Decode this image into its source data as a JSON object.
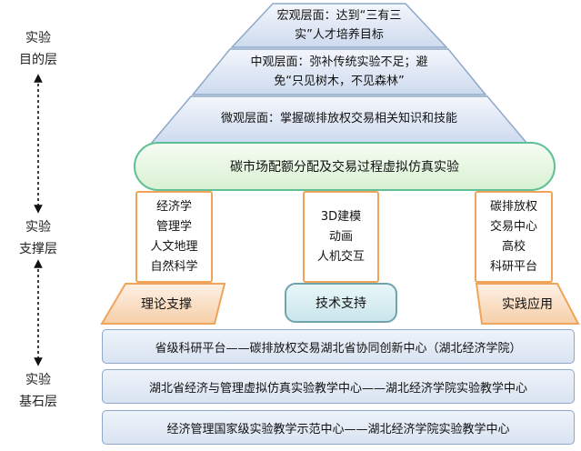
{
  "levels": {
    "goal": [
      "实验",
      "目的层"
    ],
    "support": [
      "实验",
      "支撑层"
    ],
    "foundation": [
      "实验",
      "基石层"
    ]
  },
  "pyramid": {
    "top": [
      "宏观层面：达到“三有三",
      "实”人才培养目标"
    ],
    "middle": [
      "中观层面：弥补传统实验不足；避",
      "免“只见树木，不见森林”"
    ],
    "bottom": "微观层面：掌握碳排放权交易相关知识和技能"
  },
  "core_experiment": "碳市场配额分配及交易过程虚拟仿真实验",
  "pillars": [
    {
      "lines": [
        "经济学",
        "管理学",
        "人文地理",
        "自然科学"
      ],
      "label": "理论支撑"
    },
    {
      "lines": [
        "3D建模",
        "动画",
        "人机交互"
      ],
      "label": "技术支持"
    },
    {
      "lines": [
        "碳排放权",
        "交易中心",
        "高校",
        "科研平台"
      ],
      "label": "实践应用"
    }
  ],
  "foundation_bars": [
    "省级科研平台——碳排放权交易湖北省协同创新中心（湖北经济学院）",
    "湖北省经济与管理虚拟仿真实验教学中心——湖北经济学院实验教学中心",
    "经济管理国家级实验教学示范中心——湖北经济学院实验教学中心"
  ],
  "colors": {
    "pyramid_fill_top": "#f4f7fc",
    "pyramid_fill_bottom": "#cddaee",
    "pyramid_stroke": "#8ea8c8",
    "orange": "#f0a45a",
    "green": "#5fbf95",
    "teal": "#6fa3ad"
  }
}
